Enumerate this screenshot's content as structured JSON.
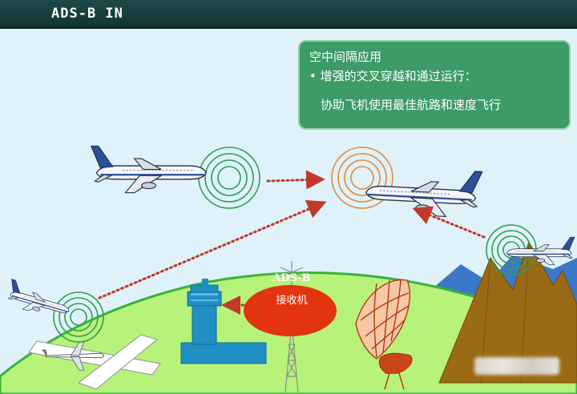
{
  "header": {
    "title": "ADS-B IN"
  },
  "info_box": {
    "title": "空中间隔应用",
    "bullet": "• 增强的交叉穿越和通过运行：",
    "sub": "协助飞机使用最佳航路和速度飞行"
  },
  "labels": {
    "adsb": "ADS-B",
    "receiver": "接收机"
  },
  "colors": {
    "header": "#1f4a4a",
    "sky": "#dff1f9",
    "ground": "#b7f27a",
    "ground_edge": "#38b23c",
    "info_box": "#3c9b67",
    "tower": "#1f8fc4",
    "receiver_zone": "#e2340f",
    "mountain": "#9b6a14",
    "arrow": "#c0392b",
    "signal_green": "#2f9e4f",
    "signal_orange": "#e08a3a"
  },
  "icons": [
    "airplane-icon",
    "control-tower-icon",
    "radar-dish-icon",
    "antenna-tower-icon",
    "mountain-icon",
    "signal-rings-icon",
    "arrow-icon"
  ]
}
